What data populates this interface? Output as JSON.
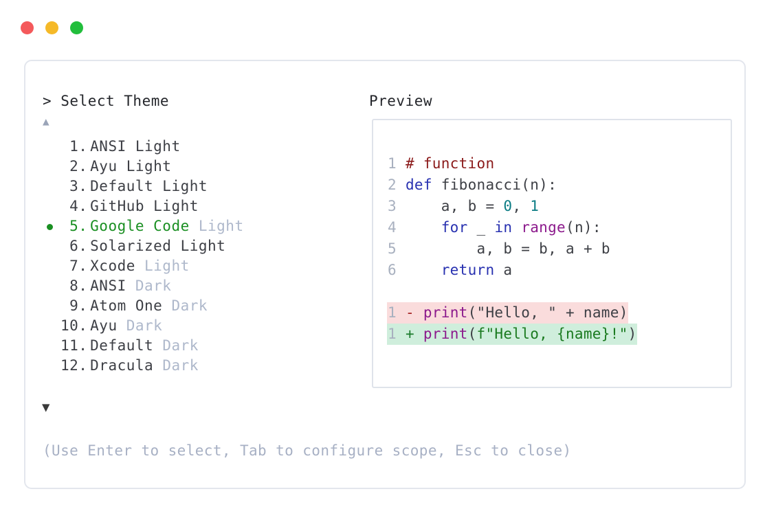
{
  "window": {
    "traffic_lights": [
      {
        "name": "close-button",
        "color": "#f4595b"
      },
      {
        "name": "minimize-button",
        "color": "#f5b928"
      },
      {
        "name": "maximize-button",
        "color": "#22be3c"
      }
    ]
  },
  "prompt": {
    "marker": ">",
    "title": "Select Theme",
    "text": "> Select Theme"
  },
  "scroll": {
    "up_icon": "▲",
    "down_icon": "▼"
  },
  "selected_index": 5,
  "themes": [
    {
      "num": " 1.",
      "name": "ANSI Light",
      "variant": "",
      "dim_variant": false,
      "selected": false
    },
    {
      "num": " 2.",
      "name": "Ayu Light",
      "variant": "",
      "dim_variant": false,
      "selected": false
    },
    {
      "num": " 3.",
      "name": "Default Light",
      "variant": "",
      "dim_variant": false,
      "selected": false
    },
    {
      "num": " 4.",
      "name": "GitHub Light",
      "variant": "",
      "dim_variant": false,
      "selected": false
    },
    {
      "num": " 5.",
      "name": "Google Code",
      "variant": " Light",
      "dim_variant": true,
      "selected": true
    },
    {
      "num": " 6.",
      "name": "Solarized Light",
      "variant": "",
      "dim_variant": false,
      "selected": false
    },
    {
      "num": " 7.",
      "name": "Xcode",
      "variant": " Light",
      "dim_variant": true,
      "selected": false
    },
    {
      "num": " 8.",
      "name": "ANSI",
      "variant": " Dark",
      "dim_variant": true,
      "selected": false
    },
    {
      "num": " 9.",
      "name": "Atom One",
      "variant": " Dark",
      "dim_variant": true,
      "selected": false
    },
    {
      "num": "10.",
      "name": "Ayu",
      "variant": " Dark",
      "dim_variant": true,
      "selected": false
    },
    {
      "num": "11.",
      "name": "Default",
      "variant": " Dark",
      "dim_variant": true,
      "selected": false
    },
    {
      "num": "12.",
      "name": "Dracula",
      "variant": " Dark",
      "dim_variant": true,
      "selected": false
    }
  ],
  "footer": {
    "hint": "(Use Enter to select, Tab to configure scope, Esc to close)"
  },
  "preview": {
    "label": "Preview",
    "code_lines": [
      {
        "num": "1",
        "text": "# function"
      },
      {
        "num": "2",
        "text": "def fibonacci(n):"
      },
      {
        "num": "3",
        "text": "    a, b = 0, 1"
      },
      {
        "num": "4",
        "text": "    for _ in range(n):"
      },
      {
        "num": "5",
        "text": "        a, b = b, a + b"
      },
      {
        "num": "6",
        "text": "    return a"
      }
    ],
    "diff_lines": [
      {
        "num": "1",
        "marker": "-",
        "text": "print(\"Hello, \" + name)",
        "kind": "removed"
      },
      {
        "num": "1",
        "marker": "+",
        "text": "print(f\"Hello, {name}!\")",
        "kind": "added"
      }
    ]
  },
  "colors": {
    "accent_green": "#1a8f22",
    "comment": "#8b1a1a",
    "keyword": "#2831b0",
    "function": "#8c1a8c",
    "number": "#0b7c84",
    "string": "#1a7a1f",
    "diff_removed_bg": "#fadcdc",
    "diff_added_bg": "#cfeedc",
    "muted_text": "#aeb8cb",
    "border": "#e3e6ed"
  }
}
